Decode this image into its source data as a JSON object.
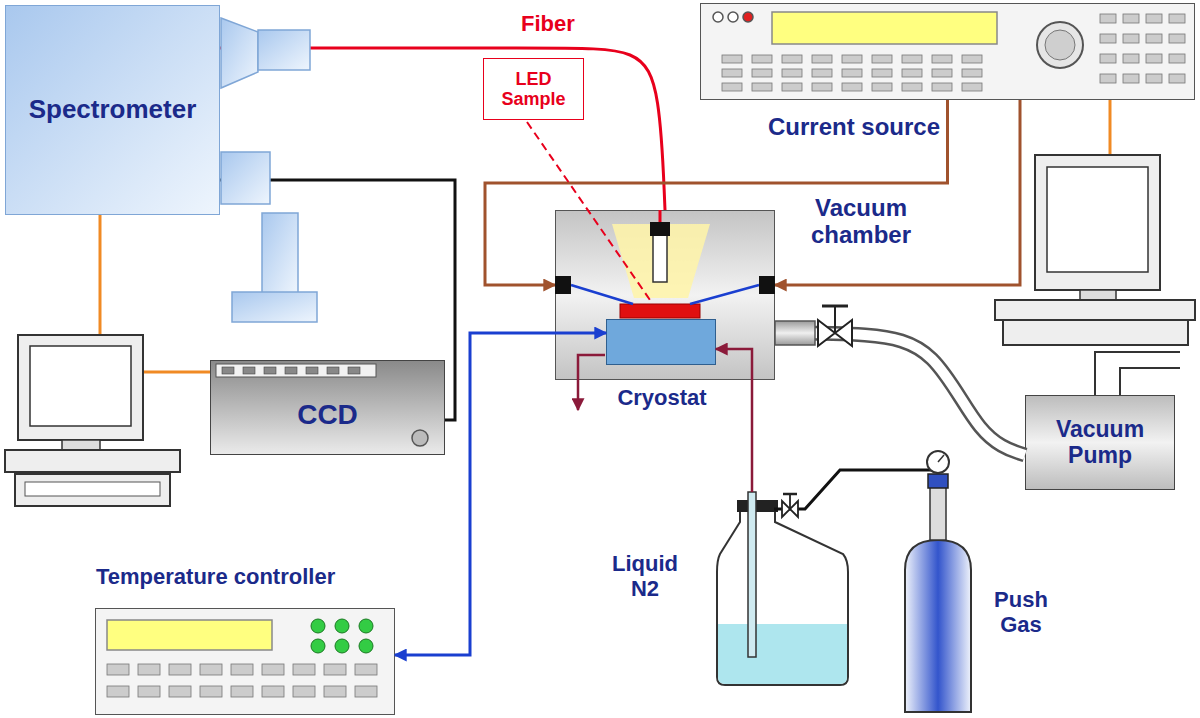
{
  "diagram": {
    "nodes": [
      {
        "text": [
          "Spectrometer"
        ]
      },
      {
        "text": [
          "LED Sample"
        ]
      },
      {
        "text": [
          "Current source"
        ]
      },
      {
        "text": [
          "Vacuum chamber"
        ]
      },
      {
        "text": [
          "Cryostat"
        ],
        "in": 3
      },
      {
        "text": [
          "CCD"
        ]
      },
      {
        "text": [
          "Vacuum Pump"
        ]
      },
      {
        "text": [
          "Temperature controller"
        ]
      },
      {
        "text": [
          "Liquid N2"
        ]
      },
      {
        "text": [
          "Push Gas"
        ]
      }
    ],
    "edges": [
      {
        "from": 0,
        "to": 3,
        "arrow": "none",
        "label": "Fiber"
      },
      {
        "from": 2,
        "to": 3,
        "arrow": "to"
      },
      {
        "from": 2,
        "to": 3,
        "arrow": "to"
      },
      {
        "from": 3,
        "to": 6,
        "arrow": "none"
      },
      {
        "from": 0,
        "to": 5,
        "arrow": "none"
      },
      {
        "from": 8,
        "to": 4,
        "arrow": "to"
      },
      {
        "from": 9,
        "to": 8,
        "arrow": "none"
      },
      {
        "from": 7,
        "to": 4,
        "arrow": "both"
      }
    ]
  }
}
